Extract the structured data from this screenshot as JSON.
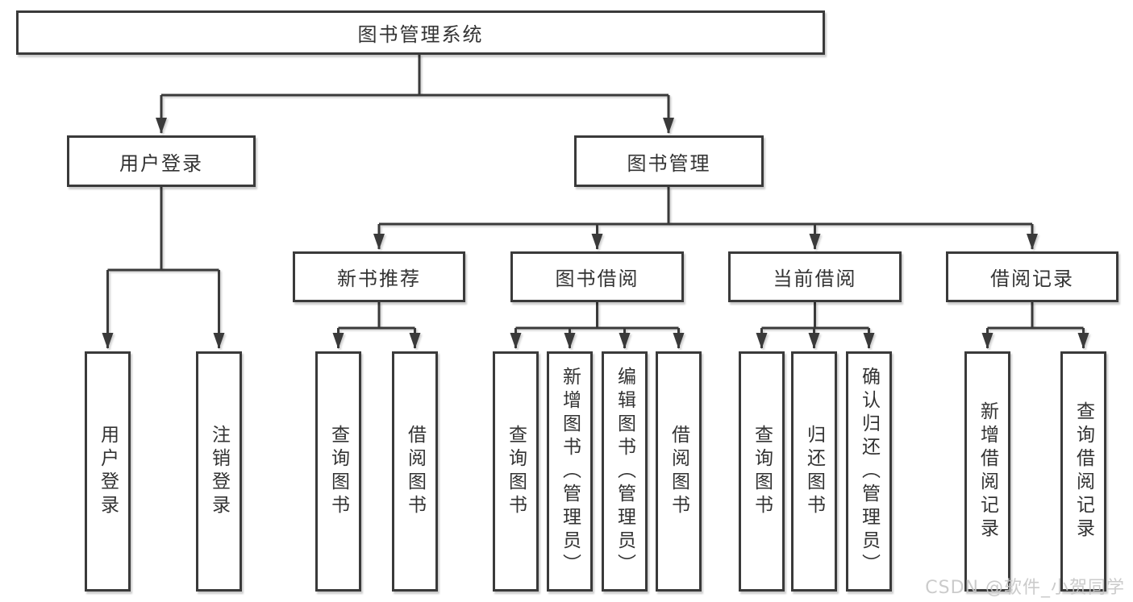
{
  "tree": {
    "label": "图书管理系统",
    "children": [
      {
        "label": "用户登录",
        "children": [
          {
            "label": "用户登录"
          },
          {
            "label": "注销登录"
          }
        ]
      },
      {
        "label": "图书管理",
        "children": [
          {
            "label": "新书推荐",
            "children": [
              {
                "label": "查询图书"
              },
              {
                "label": "借阅图书"
              }
            ]
          },
          {
            "label": "图书借阅",
            "children": [
              {
                "label": "查询图书"
              },
              {
                "label": "新增图书（管理员）"
              },
              {
                "label": "编辑图书（管理员）"
              },
              {
                "label": "借阅图书"
              }
            ]
          },
          {
            "label": "当前借阅",
            "children": [
              {
                "label": "查询图书"
              },
              {
                "label": "归还图书"
              },
              {
                "label": "确认归还（管理员）"
              }
            ]
          },
          {
            "label": "借阅记录",
            "children": [
              {
                "label": "新增借阅记录"
              },
              {
                "label": "查询借阅记录"
              }
            ]
          }
        ]
      }
    ]
  },
  "watermark": "CSDN @软件_小贺同学",
  "colors": {
    "line": "#3a3a3a",
    "box_border": "#3a3a3a",
    "box_fill": "#ffffff",
    "text": "#333333",
    "watermark": "#c6c6c6",
    "background": "#ffffff"
  }
}
